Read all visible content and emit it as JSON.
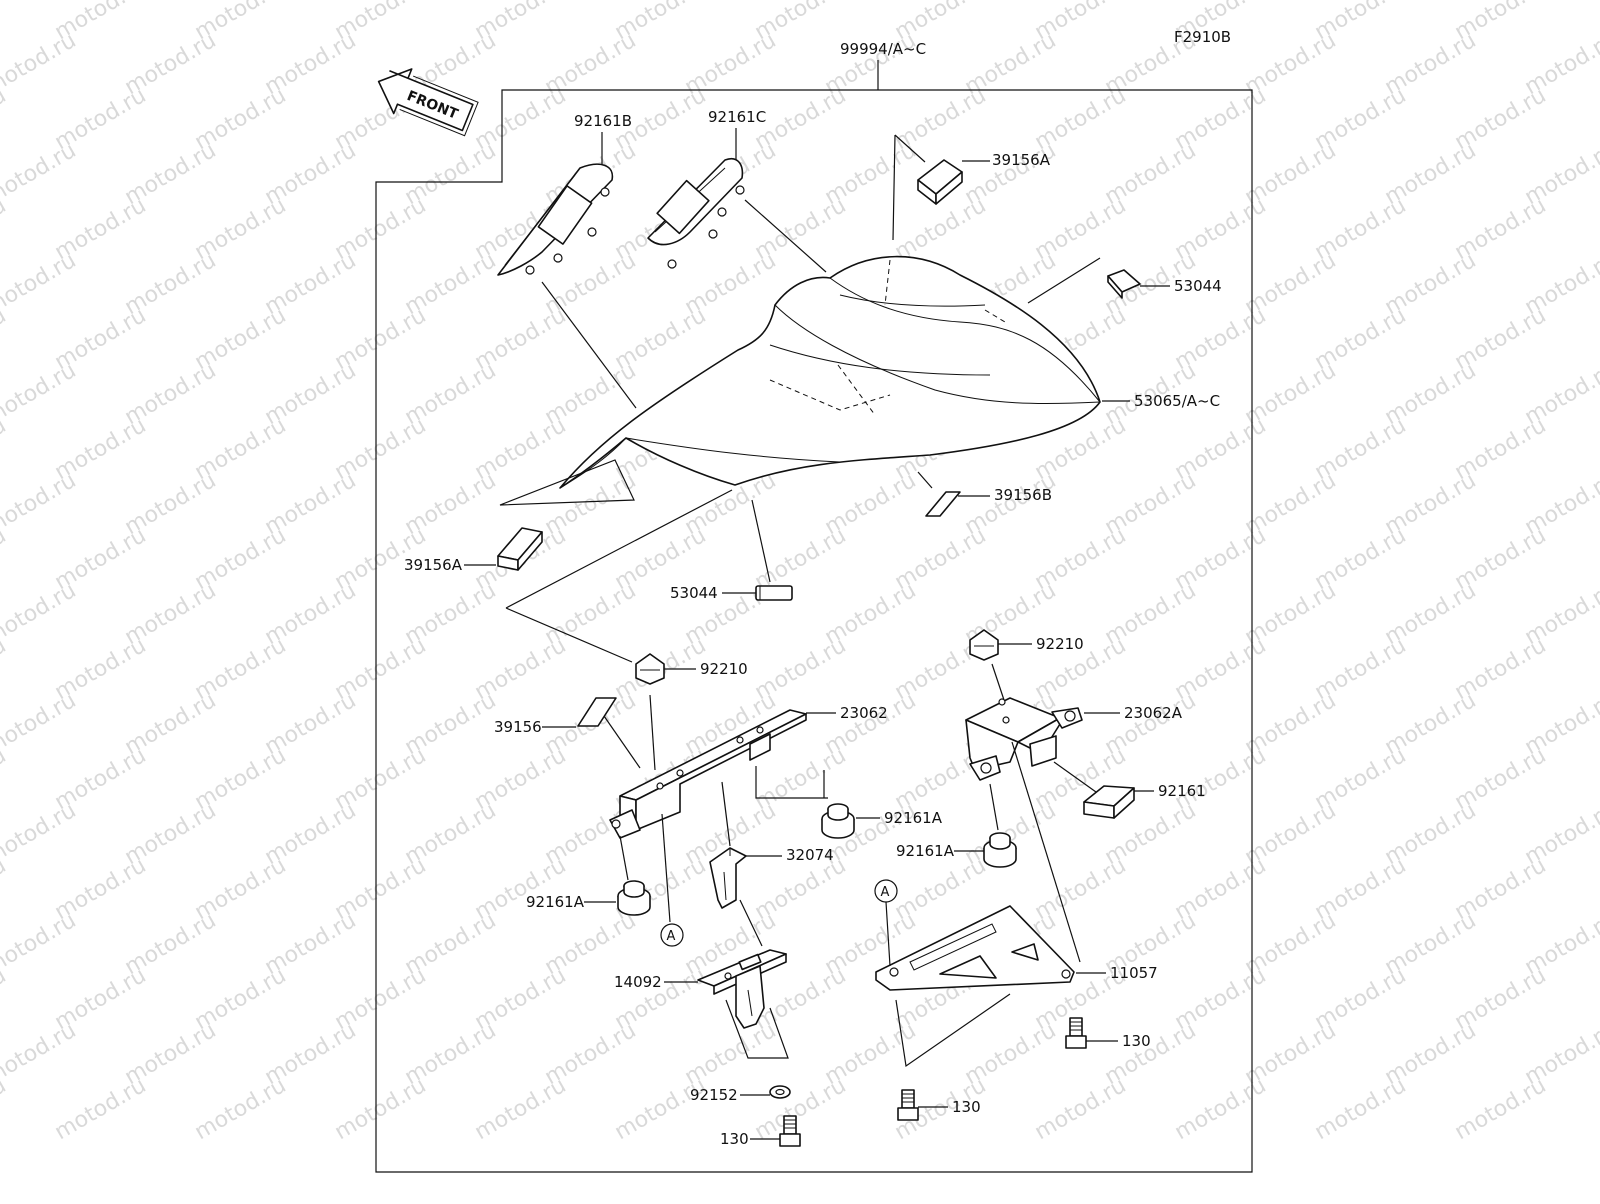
{
  "diagram": {
    "figure_id": "F2910B",
    "front_label": "FRONT",
    "labels": {
      "kit": "99994/A~C",
      "pad_left": "92161B",
      "pad_right": "92161C",
      "seal_top": "39156A",
      "seal_left": "39156A",
      "seal_b": "39156B",
      "clip_right": "53044",
      "clip_lower": "53044",
      "cover": "53065/A~C",
      "nut_left": "92210",
      "nut_right": "92210",
      "seal_39156": "39156",
      "bracket_23062": "23062",
      "bracket_23062a": "23062A",
      "damper_92161": "92161",
      "damper_a_mid": "92161A",
      "damper_a_left": "92161A",
      "damper_a_right": "92161A",
      "plate_32074": "32074",
      "stay_14092": "14092",
      "stay_11057": "11057",
      "washer_92152": "92152",
      "bolt_130_right": "130",
      "bolt_130_mid": "130",
      "bolt_130_left": "130",
      "ref_a_left": "A",
      "ref_a_right": "A"
    },
    "watermark": "motod.ru"
  }
}
